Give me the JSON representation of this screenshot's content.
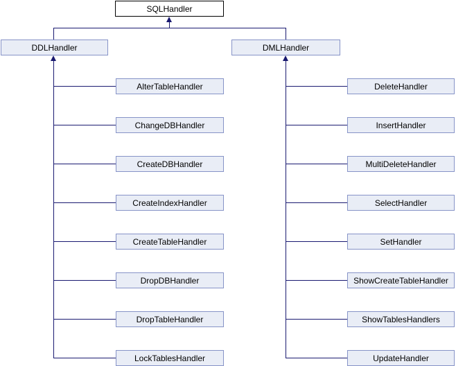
{
  "diagram": {
    "root": {
      "label": "SQLHandler"
    },
    "parents": [
      {
        "label": "DDLHandler",
        "children": [
          "AlterTableHandler",
          "ChangeDBHandler",
          "CreateDBHandler",
          "CreateIndexHandler",
          "CreateTableHandler",
          "DropDBHandler",
          "DropTableHandler",
          "LockTablesHandler"
        ]
      },
      {
        "label": "DMLHandler",
        "children": [
          "DeleteHandler",
          "InsertHandler",
          "MultiDeleteHandler",
          "SelectHandler",
          "SetHandler",
          "ShowCreateTableHandler",
          "ShowTablesHandlers",
          "UpdateHandler"
        ]
      }
    ],
    "colors": {
      "edge": "#191970",
      "node-fill": "#e9edf6",
      "node-border": "#8693c7",
      "root-fill": "#ffffff",
      "root-border": "#000000",
      "text": "#000000"
    }
  }
}
